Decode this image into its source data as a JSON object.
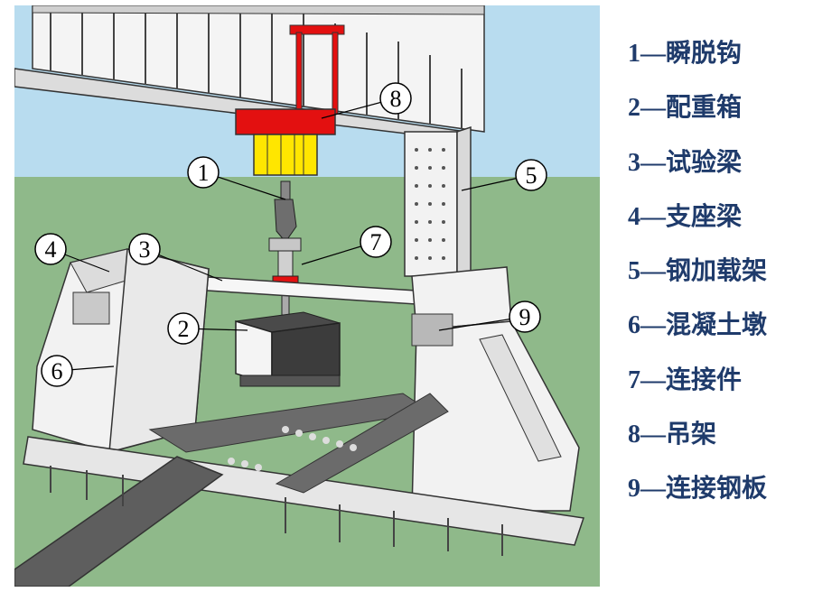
{
  "colors": {
    "sky": "#b8dcef",
    "ground": "#8fb98a",
    "steel": "#f2f2f2",
    "red_frame": "#e31010",
    "yellow_jack": "#ffe600",
    "legend_text": "#1f3b6b",
    "dark_box": "#3c3c3c"
  },
  "callouts": [
    "1",
    "2",
    "3",
    "4",
    "5",
    "6",
    "7",
    "8",
    "9"
  ],
  "legend": [
    {
      "num": "1",
      "text": "—瞬脱钩"
    },
    {
      "num": "2",
      "text": "—配重箱"
    },
    {
      "num": "3",
      "text": "—试验梁"
    },
    {
      "num": "4",
      "text": "—支座梁"
    },
    {
      "num": "5",
      "text": "—钢加载架"
    },
    {
      "num": "6",
      "text": "—混凝土墩"
    },
    {
      "num": "7",
      "text": "—连接件"
    },
    {
      "num": "8",
      "text": "—吊架"
    },
    {
      "num": "9",
      "text": "—连接钢板"
    }
  ]
}
